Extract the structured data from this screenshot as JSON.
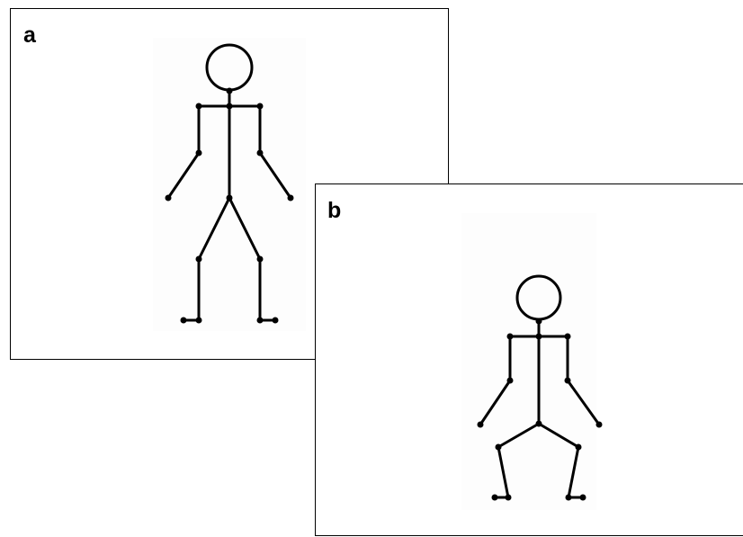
{
  "panels": [
    {
      "label": "a",
      "pose": "standing"
    },
    {
      "label": "b",
      "pose": "squatting"
    }
  ],
  "colors": {
    "stroke": "#000000",
    "background": "#ffffff"
  }
}
